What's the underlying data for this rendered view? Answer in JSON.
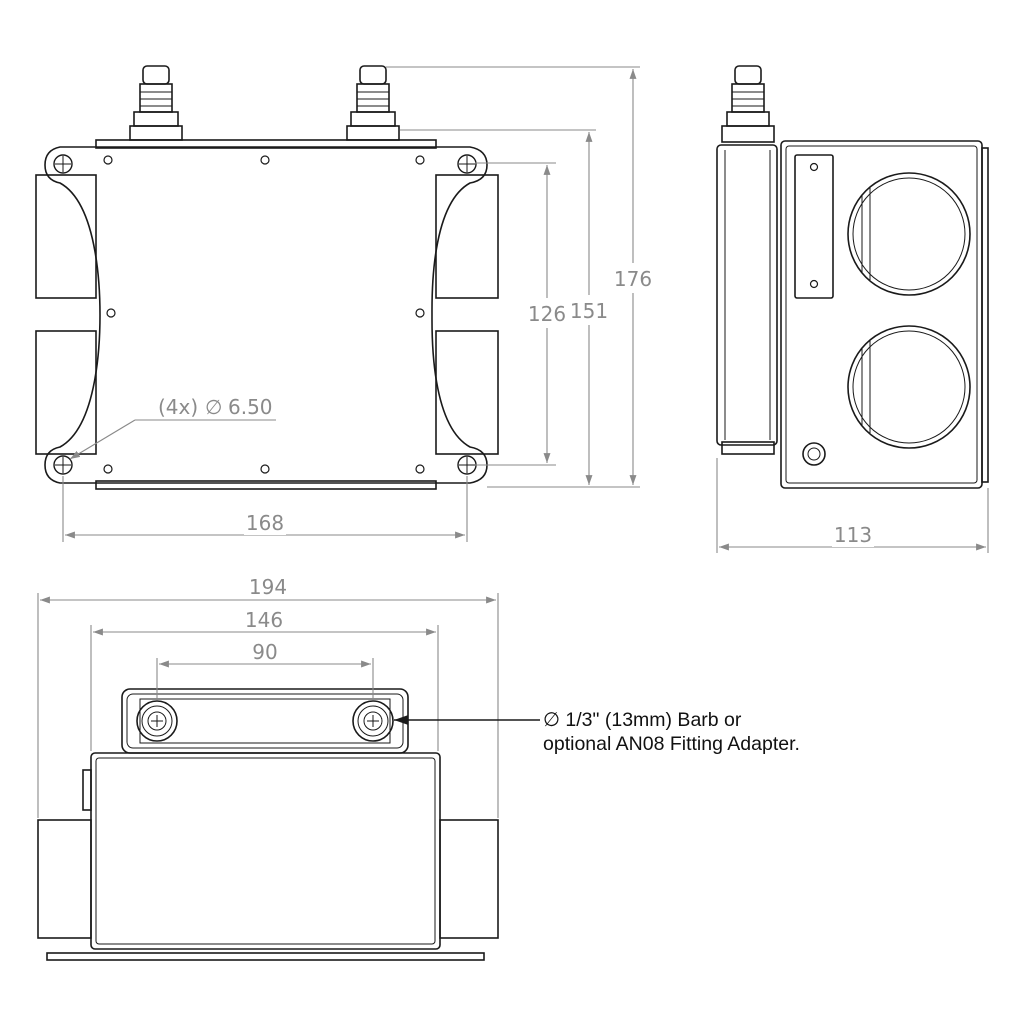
{
  "dimensions": {
    "top_view": {
      "width_label": "168",
      "height_126_label": "126",
      "height_151_label": "151",
      "height_176_label": "176",
      "hole_callout_count": "(4x)",
      "hole_callout_diameter_symbol": "∅",
      "hole_callout_value": "6.50"
    },
    "side_view": {
      "width_label": "113"
    },
    "front_view": {
      "overall_width_label": "194",
      "body_width_label": "146",
      "port_spacing_label": "90"
    }
  },
  "annotation": {
    "barb_note_line1": "∅ 1/3\" (13mm) Barb or",
    "barb_note_line2": "optional AN08 Fitting Adapter."
  },
  "colors": {
    "outline": "#1a1a1a",
    "dimension": "#8a8a8a",
    "background": "#ffffff"
  }
}
